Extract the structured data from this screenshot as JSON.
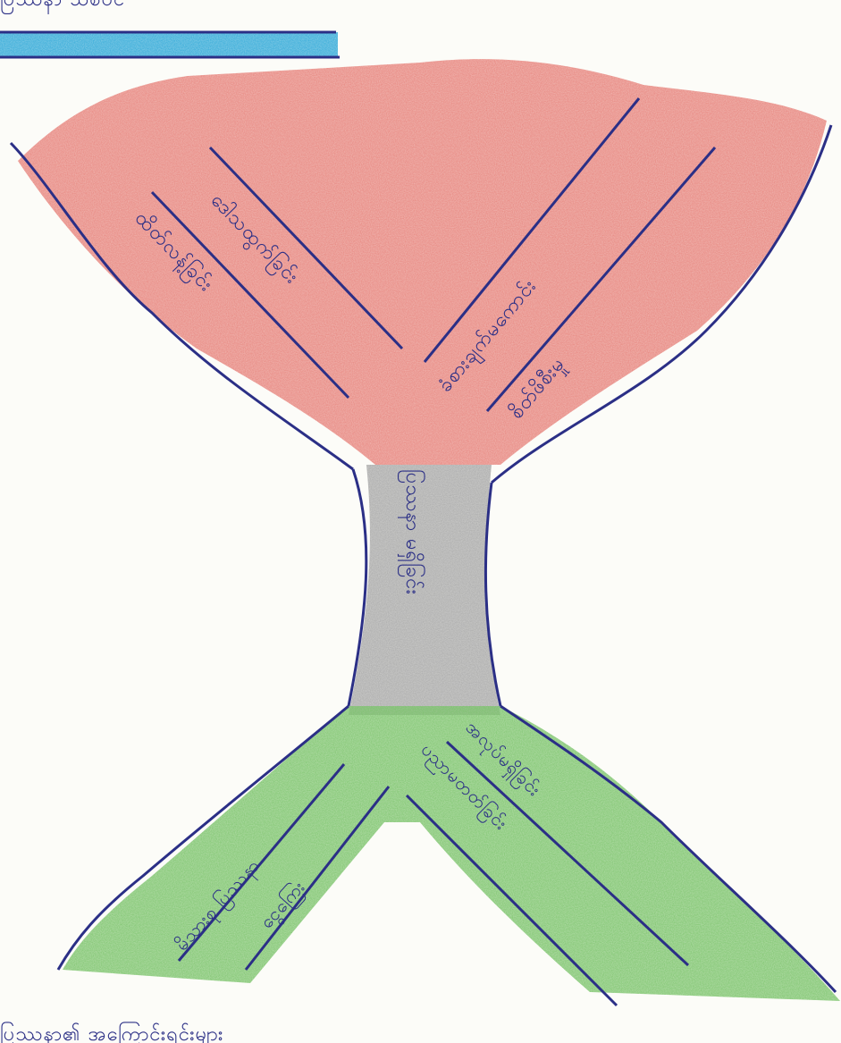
{
  "top_heading": "ပြဿနာ သစ်ပင်",
  "trunk": {
    "label": "ပြဿနာ မရှိခြင်း"
  },
  "upper_branches": [
    {
      "label": "ထိတ်လန့်ခြင်း"
    },
    {
      "label": "ဒေါသထွက်ခြင်း"
    },
    {
      "label": "ခံစားချက်မကောင်း"
    },
    {
      "label": "စိတ်ဖိစီးမှု"
    }
  ],
  "lower_roots": [
    {
      "label": "မိသားစု ပြဿနာ"
    },
    {
      "label": "ငွေကြေး"
    },
    {
      "label": "အလုပ်မရှိခြင်း"
    },
    {
      "label": "ပညာမတတ်ခြင်း"
    }
  ],
  "bottom_caption": "ပြဿနာ၏ အကြောင်းရင်းများ",
  "colors": {
    "crown": "#e7837c",
    "trunk": "#a8a8a8",
    "roots": "#7cc46c",
    "ink": "#2b2f86",
    "header_bar": "#2ea8d8"
  }
}
